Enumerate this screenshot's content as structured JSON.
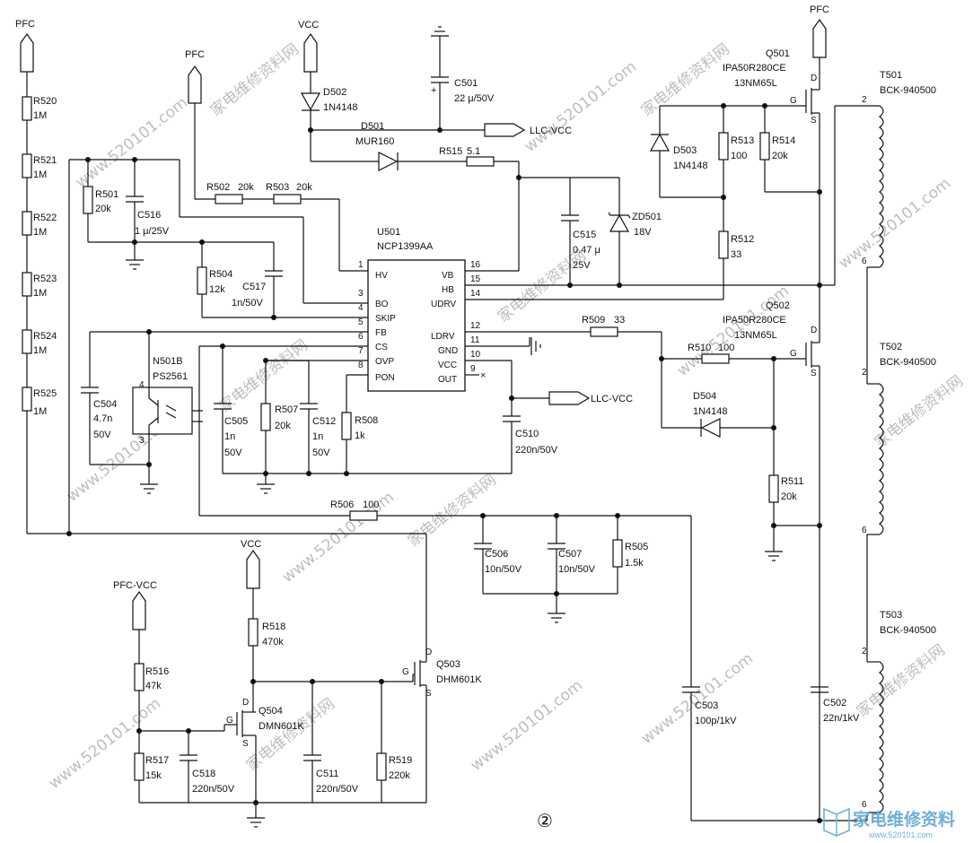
{
  "figure_label": "②",
  "watermark": {
    "url": "www.520101.com",
    "cn": "家电维修资料网",
    "brand": "家电维修资料",
    "brand_url": "www.520101.com"
  },
  "ports": {
    "pfc_left": "PFC",
    "vcc_top": "VCC",
    "pfc_mid": "PFC",
    "pfc_right": "PFC",
    "llc_vcc_1": "LLC-VCC",
    "llc_vcc_2": "LLC-VCC",
    "vcc_bottom": "VCC",
    "pfc_vcc": "PFC-VCC"
  },
  "ic": {
    "ref": "U501",
    "part": "NCP1399AA",
    "pins_left": [
      {
        "num": "1",
        "name": "HV"
      },
      {
        "num": "3",
        "name": "BO"
      },
      {
        "num": "4",
        "name": "SKIP"
      },
      {
        "num": "5",
        "name": "FB"
      },
      {
        "num": "6",
        "name": "CS"
      },
      {
        "num": "7",
        "name": "OVP"
      },
      {
        "num": "8",
        "name": "PON"
      }
    ],
    "pins_right": [
      {
        "num": "16",
        "name": "VB"
      },
      {
        "num": "15",
        "name": "HB"
      },
      {
        "num": "14",
        "name": "UDRV"
      },
      {
        "num": "12",
        "name": "LDRV"
      },
      {
        "num": "11",
        "name": "GND"
      },
      {
        "num": "10",
        "name": "VCC"
      },
      {
        "num": "9",
        "name": "OUT"
      }
    ],
    "nc_mark": "×"
  },
  "resistors": {
    "r520": {
      "ref": "R520",
      "val": "1M"
    },
    "r521": {
      "ref": "R521",
      "val": "1M"
    },
    "r522": {
      "ref": "R522",
      "val": "1M"
    },
    "r523": {
      "ref": "R523",
      "val": "1M"
    },
    "r524": {
      "ref": "R524",
      "val": "1M"
    },
    "r525": {
      "ref": "R525",
      "val": "1M"
    },
    "r501": {
      "ref": "R501",
      "val": "20k"
    },
    "r502": {
      "ref": "R502",
      "val": "20k"
    },
    "r503": {
      "ref": "R503",
      "val": "20k"
    },
    "r504": {
      "ref": "R504",
      "val": "12k"
    },
    "r505": {
      "ref": "R505",
      "val": "1.5k"
    },
    "r506": {
      "ref": "R506",
      "val": "100"
    },
    "r507": {
      "ref": "R507",
      "val": "20k"
    },
    "r508": {
      "ref": "R508",
      "val": "1k"
    },
    "r509": {
      "ref": "R509",
      "val": "33"
    },
    "r510": {
      "ref": "R510",
      "val": "100"
    },
    "r511": {
      "ref": "R511",
      "val": "20k"
    },
    "r512": {
      "ref": "R512",
      "val": "33"
    },
    "r513": {
      "ref": "R513",
      "val": "100"
    },
    "r514": {
      "ref": "R514",
      "val": "20k"
    },
    "r515": {
      "ref": "R515",
      "val": "5.1"
    },
    "r516": {
      "ref": "R516",
      "val": "47k"
    },
    "r517": {
      "ref": "R517",
      "val": "15k"
    },
    "r518": {
      "ref": "R518",
      "val": "470k"
    },
    "r519": {
      "ref": "R519",
      "val": "220k"
    }
  },
  "capacitors": {
    "c501": {
      "ref": "C501",
      "val": "22 μ/50V"
    },
    "c502": {
      "ref": "C502",
      "val": "22n/1kV"
    },
    "c503": {
      "ref": "C503",
      "val": "100p/1kV"
    },
    "c504": {
      "ref": "C504",
      "val1": "4.7n",
      "val2": "50V"
    },
    "c505": {
      "ref": "C505",
      "val1": "1n",
      "val2": "50V"
    },
    "c506": {
      "ref": "C506",
      "val": "10n/50V"
    },
    "c507": {
      "ref": "C507",
      "val": "10n/50V"
    },
    "c510": {
      "ref": "C510",
      "val": "220n/50V"
    },
    "c511": {
      "ref": "C511",
      "val": "220n/50V"
    },
    "c512": {
      "ref": "C512",
      "val1": "1n",
      "val2": "50V"
    },
    "c515": {
      "ref": "C515",
      "val1": "0.47 μ",
      "val2": "25V"
    },
    "c516": {
      "ref": "C516",
      "val": "1 μ/25V"
    },
    "c517": {
      "ref": "C517",
      "val": "1n/50V"
    },
    "c518": {
      "ref": "C518",
      "val": "220n/50V"
    }
  },
  "diodes": {
    "d501": {
      "ref": "D501",
      "val": "MUR160"
    },
    "d502": {
      "ref": "D502",
      "val": "1N4148"
    },
    "d503": {
      "ref": "D503",
      "val": "1N4148"
    },
    "d504": {
      "ref": "D504",
      "val": "1N4148"
    },
    "zd501": {
      "ref": "ZD501",
      "val": "18V"
    }
  },
  "transistors": {
    "q501": {
      "ref": "Q501",
      "part1": "IPA50R280CE",
      "part2": "13NM65L"
    },
    "q502": {
      "ref": "Q502",
      "part1": "IPA50R280CE",
      "part2": "13NM65L"
    },
    "q503": {
      "ref": "Q503",
      "part": "DHM601K"
    },
    "q504": {
      "ref": "Q504",
      "part": "DMN601K"
    }
  },
  "fet_pins": {
    "d": "D",
    "g": "G",
    "s": "S"
  },
  "optocoupler": {
    "ref": "N501B",
    "part": "PS2561",
    "pin4": "4",
    "pin3": "3"
  },
  "transformers": {
    "t501": {
      "ref": "T501",
      "part": "BCK-940500",
      "pin_top": "2",
      "pin_bottom": "6"
    },
    "t502": {
      "ref": "T502",
      "part": "BCK-940500",
      "pin_top": "2",
      "pin_bottom": "6"
    },
    "t503": {
      "ref": "T503",
      "part": "BCK-940500",
      "pin_top": "2",
      "pin_bottom": "6"
    }
  }
}
